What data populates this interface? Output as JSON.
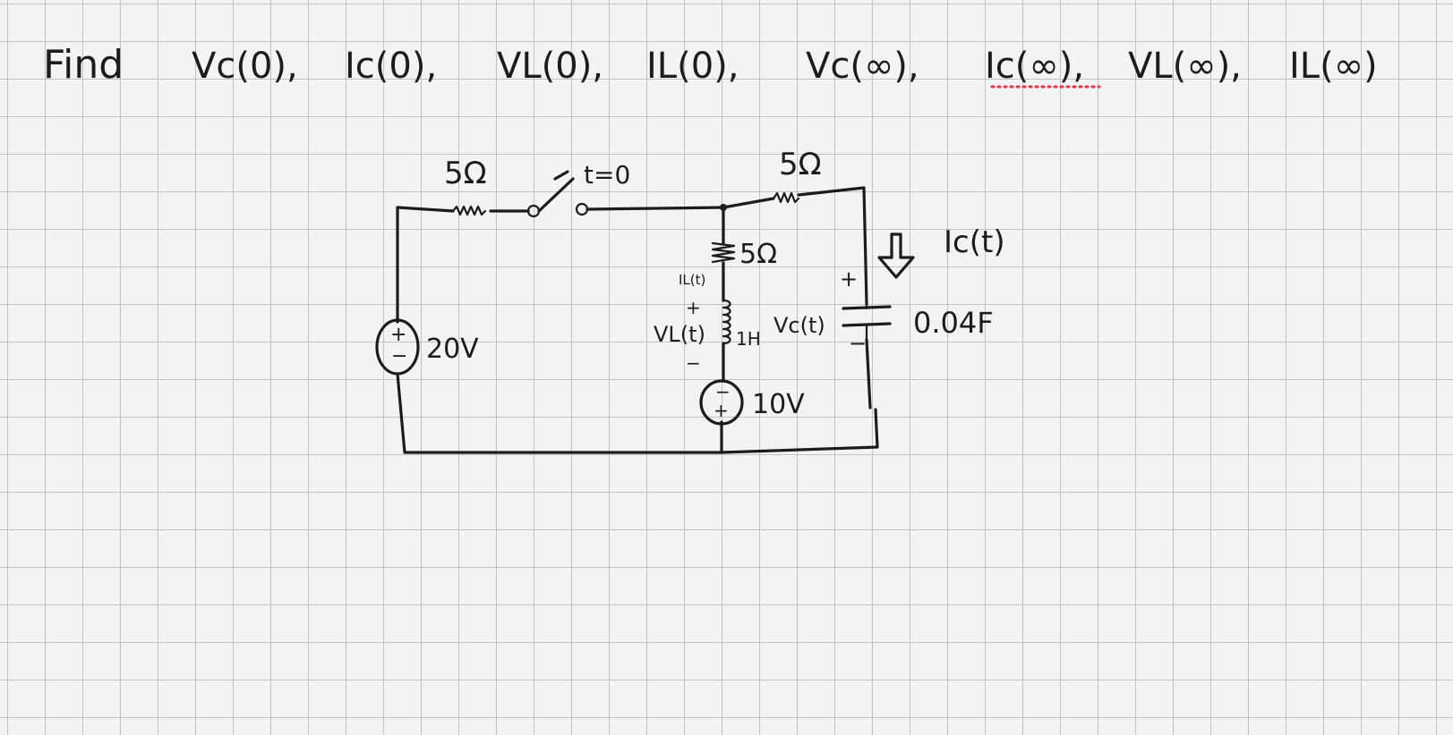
{
  "prompt": {
    "prefix": "Find",
    "terms": [
      "Vc(0),",
      "Ic(0),",
      "VL(0),",
      "IL(0),",
      "Vc(∞),",
      "Ic(∞),",
      "VL(∞),",
      "IL(∞)"
    ],
    "spellcheck_underline_color": "#e8344a"
  },
  "circuit": {
    "left_resistor": "5Ω",
    "switch": "t=0",
    "top_right_resistor": "5Ω",
    "middle_resistor": "5Ω",
    "source_20v": "20V",
    "source_20v_plus": "+",
    "source_20v_minus": "−",
    "inductor_current": "IL(t)",
    "inductor_plus": "+",
    "inductor_voltage": "VL(t)",
    "inductor_minus": "−",
    "inductance": "1H",
    "capacitor_plus": "+",
    "capacitor_voltage": "Vc(t)",
    "capacitor_minus": "−",
    "capacitance": "0.04F",
    "capacitor_current": "Ic(t)",
    "source_10v": "10V",
    "source_10v_top": "−",
    "source_10v_bottom": "+"
  },
  "colors": {
    "ink": "#1c1c1e",
    "paper": "#f2f3f2",
    "grid": "#bfc3c6"
  }
}
